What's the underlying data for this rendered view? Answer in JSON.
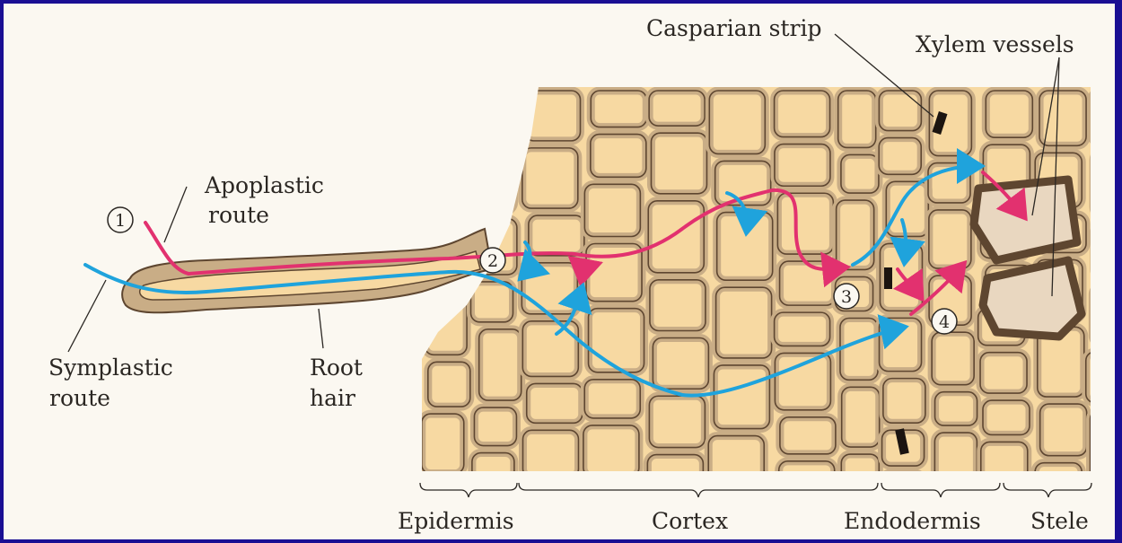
{
  "labels": {
    "apoplastic_route_line1": "Apoplastic",
    "apoplastic_route_line2": "route",
    "symplastic_route_line1": "Symplastic",
    "symplastic_route_line2": "route",
    "root_hair_line1": "Root",
    "root_hair_line2": "hair",
    "casparian_strip": "Casparian strip",
    "xylem_vessels": "Xylem vessels",
    "epidermis": "Epidermis",
    "cortex": "Cortex",
    "endodermis": "Endodermis",
    "stele": "Stele"
  },
  "step_markers": [
    "1",
    "2",
    "3",
    "4"
  ],
  "colors": {
    "frame": "#1a0f93",
    "background": "#fbf8f1",
    "cytoplasm": "#f7d9a2",
    "cell_wall": "#c9ad86",
    "wall_outline": "#5e4630",
    "apoplastic_arrow": "#e2316f",
    "symplastic_arrow": "#1fa3dc",
    "casparian_band": "#1b1410",
    "xylem_lumen": "#e9d7c0"
  }
}
